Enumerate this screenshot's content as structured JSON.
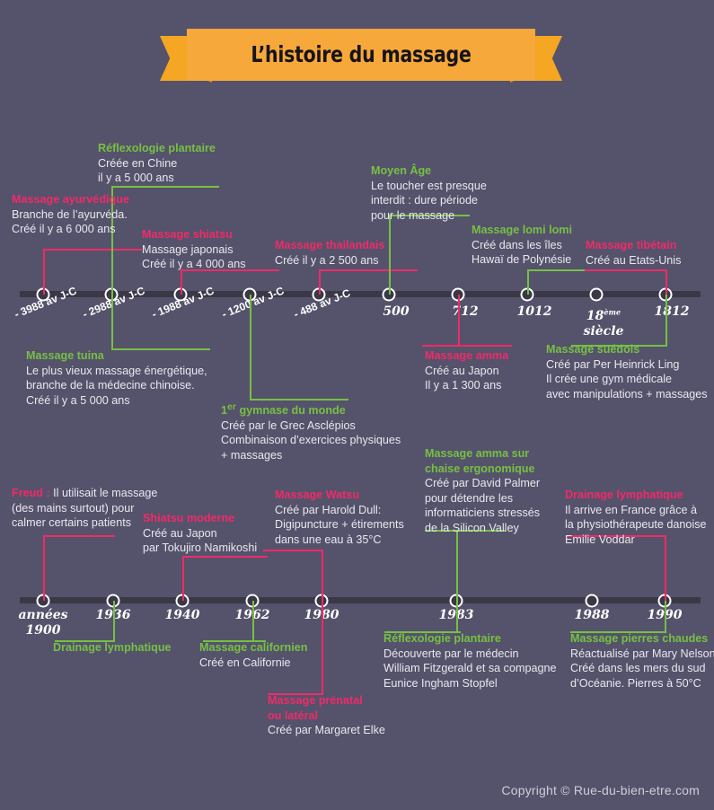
{
  "header": {
    "title": "L’histoire du massage"
  },
  "colors": {
    "background": "#55526b",
    "ribbon": "#f7a83a",
    "green": "#76c043",
    "pink": "#ef2b68",
    "axis": "#3a3846",
    "text": "#e9e8ee"
  },
  "footer": {
    "copyright": "Copyright © Rue-du-bien-etre.com"
  },
  "timeline_top": {
    "dates": [
      {
        "label": "- 3988 av J-C",
        "style": "bc"
      },
      {
        "label": "- 2988 av J-C",
        "style": "bc"
      },
      {
        "label": "- 1988 av J-C",
        "style": "bc"
      },
      {
        "label": "- 1200 av J-C",
        "style": "bc"
      },
      {
        "label": "- 488 av J-C",
        "style": "bc"
      },
      {
        "label": "500",
        "style": "ad"
      },
      {
        "label": "712",
        "style": "ad"
      },
      {
        "label": "1012",
        "style": "ad"
      },
      {
        "label": "18ème siècle",
        "style": "ad"
      },
      {
        "label": "1812",
        "style": "ad"
      }
    ],
    "events_above": [
      {
        "title": "Massage ayurvédique",
        "color": "pink",
        "lines": [
          "Branche de l’ayurvéda.",
          "Créé il y a 6 000 ans"
        ]
      },
      {
        "title": "Réflexologie plantaire",
        "color": "green",
        "lines": [
          "Créée en Chine",
          "il y a 5 000 ans"
        ]
      },
      {
        "title": "Massage shiatsu",
        "color": "pink",
        "lines": [
          "Massage japonais",
          "Créé il y a 4 000 ans"
        ]
      },
      {
        "title": "Massage thailandais",
        "color": "pink",
        "lines": [
          "Créé il y a 2 500 ans"
        ]
      },
      {
        "title": "Moyen Âge",
        "color": "green",
        "lines": [
          "Le toucher est presque",
          "interdit : dure période",
          "pour le massage"
        ]
      },
      {
        "title": "Massage lomi lomi",
        "color": "green",
        "lines": [
          "Créé dans les îles",
          "Hawaï de Polynésie"
        ]
      },
      {
        "title": "Massage tibétain",
        "color": "pink",
        "lines": [
          "Créé au Etats-Unis"
        ]
      }
    ],
    "events_below": [
      {
        "title": "Massage tuina",
        "color": "green",
        "lines": [
          "Le plus vieux massage énergétique,",
          "branche de la médecine chinoise.",
          "Créé il y a 5 000 ans"
        ]
      },
      {
        "title": "1er gymnase du monde",
        "title_main": "1",
        "title_sup": "er",
        "title_rest": " gymnase du monde",
        "color": "green",
        "lines": [
          "Créé par le Grec Asclépios",
          "Combinaison d’exercices physiques",
          "+ massages"
        ]
      },
      {
        "title": "Massage amma",
        "color": "pink",
        "lines": [
          "Créé au Japon",
          "Il y a 1 300 ans"
        ]
      },
      {
        "title": "Massage suédois",
        "color": "green",
        "lines": [
          "Créé par Per Heinrick Ling",
          "Il crée une gym médicale",
          "avec manipulations + massages"
        ]
      }
    ]
  },
  "timeline_bottom": {
    "dates": [
      {
        "label": "années 1900",
        "style": "ad"
      },
      {
        "label": "1936",
        "style": "ad"
      },
      {
        "label": "1940",
        "style": "ad"
      },
      {
        "label": "1962",
        "style": "ad"
      },
      {
        "label": "1980",
        "style": "ad"
      },
      {
        "label": "1983",
        "style": "ad"
      },
      {
        "label": "1988",
        "style": "ad"
      },
      {
        "label": "1990",
        "style": "ad"
      }
    ],
    "events_above": [
      {
        "title": "Freud :",
        "color": "pink",
        "inline": true,
        "first_line_rest": " Il utilisait le massage",
        "lines": [
          "(des mains surtout) pour",
          "calmer certains patients"
        ]
      },
      {
        "title": "Shiatsu moderne",
        "color": "pink",
        "lines": [
          "Créé au Japon",
          "par Tokujiro Namikoshi"
        ]
      },
      {
        "title": "Massage Watsu",
        "color": "pink",
        "lines": [
          "Créé par Harold Dull:",
          "Digipuncture + étirements",
          "dans une eau à 35°C"
        ]
      },
      {
        "title": "Massage amma sur chaise ergonomique",
        "title_l1": "Massage amma sur",
        "title_l2": "chaise ergonomique",
        "color": "green",
        "lines": [
          "Créé par David Palmer",
          "pour détendre les",
          "informaticiens stressés",
          "de la Silicon Valley"
        ]
      },
      {
        "title": "Drainage lymphatique",
        "color": "pink",
        "lines": [
          "Il arrive en France grâce à",
          "la physiothérapeute danoise",
          "Emilie Voddar"
        ]
      }
    ],
    "events_below": [
      {
        "title": "Drainage lymphatique",
        "color": "green",
        "lines": []
      },
      {
        "title": "Massage californien",
        "color": "green",
        "lines": [
          "Créé en Californie"
        ]
      },
      {
        "title": "Massage prénatal ou latéral",
        "title_l1": "Massage prénatal",
        "title_l2": "ou latéral",
        "color": "pink",
        "lines": [
          "Créé par Margaret Elke"
        ]
      },
      {
        "title": "Réflexologie plantaire",
        "color": "green",
        "lines": [
          "Découverte par le médecin",
          "William Fitzgerald et sa compagne",
          "Eunice Ingham Stopfel"
        ]
      },
      {
        "title": "Massage pierres chaudes",
        "color": "green",
        "lines": [
          "Réactualisé par Mary Nelson",
          "Créé dans les mers du sud",
          "d’Océanie. Pierres à 50°C"
        ]
      }
    ]
  }
}
